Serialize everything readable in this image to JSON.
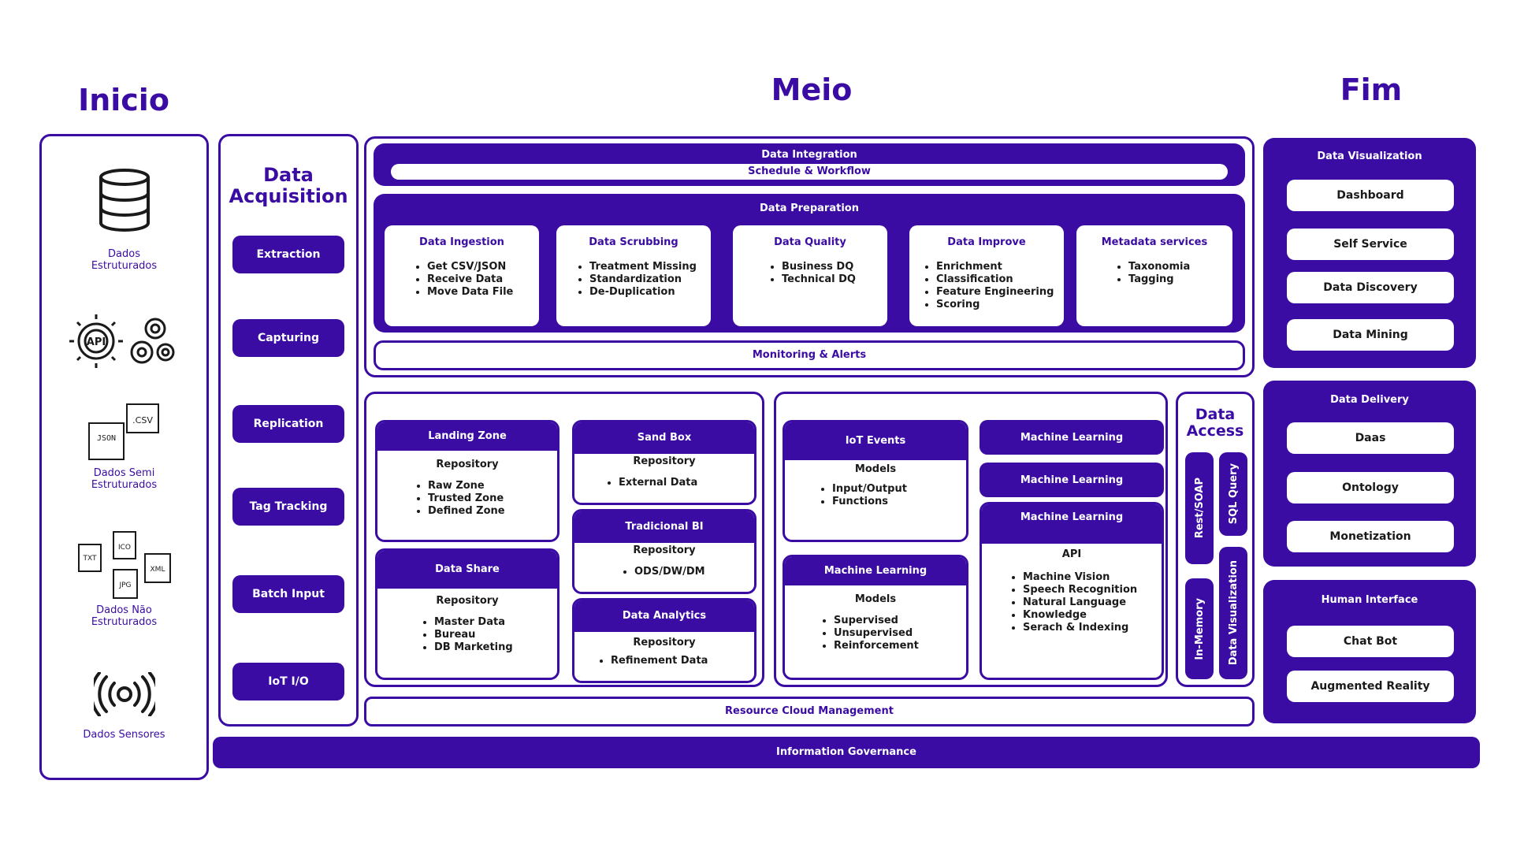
{
  "headings": {
    "inicio": "Inicio",
    "meio": "Meio",
    "fim": "Fim"
  },
  "sources": [
    {
      "icon": "database-icon",
      "label": "Dados\nEstruturados"
    },
    {
      "icon": "api-gears-icon",
      "label": ""
    },
    {
      "icon": "json-csv-files-icon",
      "label": "Dados Semi\nEstruturados"
    },
    {
      "icon": "txt-ico-jpg-xml-files-icon",
      "label": "Dados Não\nEstruturados"
    },
    {
      "icon": "sensor-signal-icon",
      "label": "Dados Sensores"
    }
  ],
  "acquisition": {
    "title": "Data\nAcquisition",
    "items": [
      "Extraction",
      "Capturing",
      "Replication",
      "Tag Tracking",
      "Batch Input",
      "IoT I/O"
    ]
  },
  "integration": {
    "title": "Data Integration",
    "schedule": "Schedule & Workflow"
  },
  "preparation": {
    "title": "Data Preparation",
    "cards": [
      {
        "title": "Data Ingestion",
        "items": [
          "Get CSV/JSON",
          "Receive Data",
          "Move Data File"
        ]
      },
      {
        "title": "Data Scrubbing",
        "items": [
          "Treatment Missing",
          "Standardization",
          "De-Duplication"
        ]
      },
      {
        "title": "Data Quality",
        "items": [
          "Business DQ",
          "Technical DQ"
        ]
      },
      {
        "title": "Data Improve",
        "items": [
          "Enrichment",
          "Classification",
          "Feature Engineering",
          "Scoring"
        ]
      },
      {
        "title": "Metadata services",
        "items": [
          "Taxonomia",
          "Tagging"
        ]
      }
    ]
  },
  "monitoring": "Monitoring & Alerts",
  "storage": {
    "landing": {
      "title": "Landing Zone",
      "sub": "Repository",
      "items": [
        "Raw Zone",
        "Trusted Zone",
        "Defined Zone"
      ]
    },
    "share": {
      "title": "Data Share",
      "sub": "Repository",
      "items": [
        "Master Data",
        "Bureau",
        "DB Marketing"
      ]
    },
    "sandbox": {
      "title": "Sand Box",
      "sub": "Repository",
      "items": [
        "External Data"
      ]
    },
    "bi": {
      "title": "Tradicional BI",
      "sub": "Repository",
      "items": [
        "ODS/DW/DM"
      ]
    },
    "analytics": {
      "title": "Data Analytics",
      "sub": "Repository",
      "items": [
        "Refinement Data"
      ]
    }
  },
  "analytics_zone": {
    "iot": {
      "title": "IoT Events",
      "sub": "Models",
      "items": [
        "Input/Output",
        "Functions"
      ]
    },
    "ml_models": {
      "title": "Machine Learning",
      "sub": "Models",
      "items": [
        "Supervised",
        "Unsupervised",
        "Reinforcement"
      ]
    },
    "ml1": "Machine Learning",
    "ml2": "Machine Learning",
    "ml_api": {
      "title": "Machine Learning",
      "sub": "API",
      "items": [
        "Machine Vision",
        "Speech Recognition",
        "Natural Language",
        "Knowledge",
        "Serach & Indexing"
      ]
    }
  },
  "access": {
    "title": "Data\nAccess",
    "rest": "Rest/SOAP",
    "sql": "SQL Query",
    "memory": "In-Memory",
    "viz": "Data Visualization"
  },
  "resource": "Resource Cloud Management",
  "governance": "Information Governance",
  "fim": {
    "visualization": {
      "title": "Data Visualization",
      "items": [
        "Dashboard",
        "Self Service",
        "Data Discovery",
        "Data Mining"
      ]
    },
    "delivery": {
      "title": "Data Delivery",
      "items": [
        "Daas",
        "Ontology",
        "Monetization"
      ]
    },
    "human": {
      "title": "Human Interface",
      "items": [
        "Chat Bot",
        "Augmented Reality"
      ]
    }
  },
  "colors": {
    "primary": "#3a0ca3",
    "text": "#1a1a1a",
    "background": "#ffffff"
  }
}
